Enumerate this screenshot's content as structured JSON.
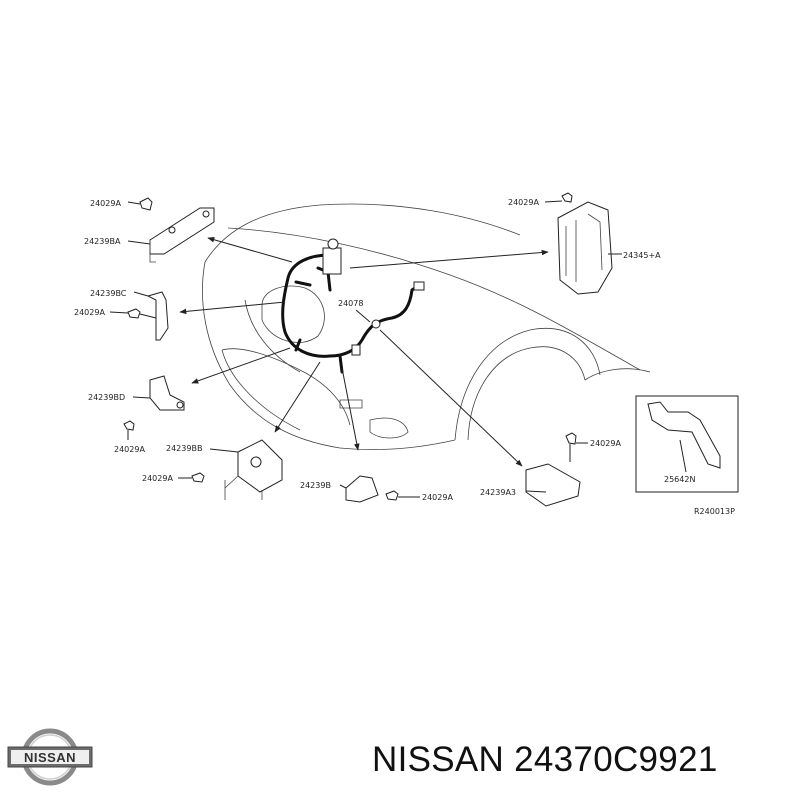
{
  "diagram": {
    "labels": {
      "l1": "24029A",
      "l2": "24239BA",
      "l3": "24239BC",
      "l4": "24029A",
      "l5": "24239BD",
      "l6": "24029A",
      "l7": "24239BB",
      "l8": "24029A",
      "l9": "24239B",
      "l10": "24029A",
      "l11": "24078",
      "l12": "24029A",
      "l13": "24345+A",
      "l14": "24029A",
      "l15": "24239A3",
      "l16": "25642N",
      "ref": "R240013P"
    }
  },
  "logo": {
    "text": "NISSAN"
  },
  "caption": {
    "text": "NISSAN 24370C9921"
  },
  "colors": {
    "ink": "#222222",
    "background": "#ffffff"
  }
}
